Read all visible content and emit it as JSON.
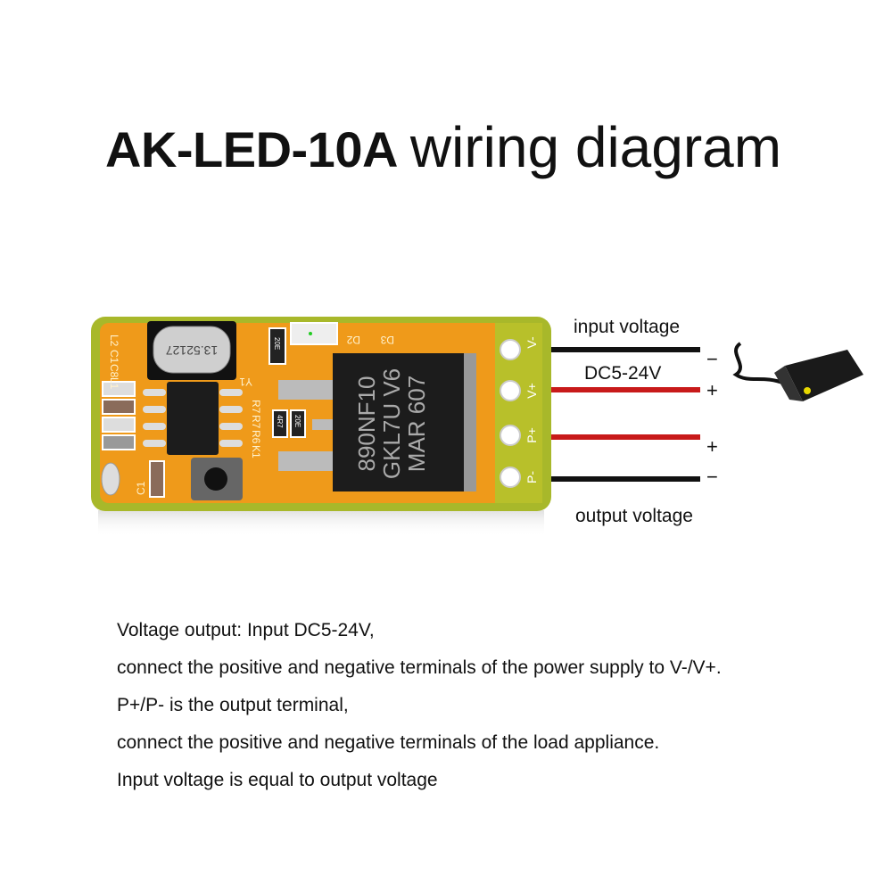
{
  "title": {
    "model": "AK-LED-10A",
    "rest": "wiring diagram"
  },
  "labels": {
    "input_voltage": "input voltage",
    "input_range": "DC5-24V",
    "output_voltage": "output voltage",
    "minus": "−",
    "plus": "+"
  },
  "pcb": {
    "terminals": [
      "V-",
      "V+",
      "P+",
      "P-"
    ],
    "crystal": "13.52127",
    "mosfet_lines": [
      "890NF10",
      "GKL7U V6",
      "MAR 607"
    ],
    "silkscreen": [
      "L2",
      "C1",
      "C8",
      "L1",
      "Y1",
      "R7",
      "R7",
      "R6",
      "K1",
      "D2",
      "D3",
      "C1"
    ],
    "resistor_codes": [
      "20E",
      "4R7",
      "20E"
    ]
  },
  "colors": {
    "pcb_board": "#a8b82a",
    "pcb_copper": "#ef9a1a",
    "wire_red": "#c81a1a",
    "wire_black": "#111111"
  },
  "description": [
    "Voltage output: Input DC5-24V,",
    "connect the positive and negative terminals of the power supply to V-/V+.",
    "P+/P- is the output terminal,",
    "connect the positive and negative terminals of the load appliance.",
    "Input voltage is equal to output voltage"
  ]
}
